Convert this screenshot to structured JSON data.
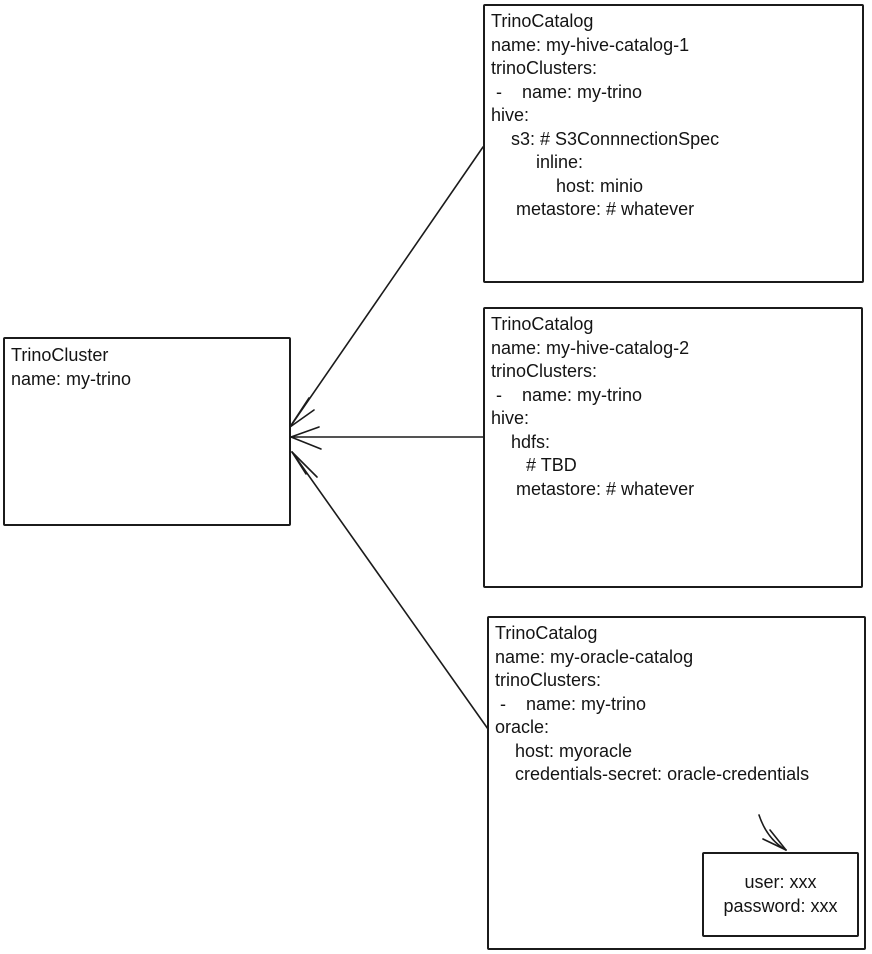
{
  "diagram": {
    "cluster_box": {
      "lines": [
        "TrinoCluster",
        "name: my-trino"
      ]
    },
    "catalog1": {
      "lines": [
        "TrinoCatalog",
        "name: my-hive-catalog-1",
        "trinoClusters:",
        " -    name: my-trino",
        "hive:",
        "    s3: # S3ConnnectionSpec",
        "         inline:",
        "             host: minio",
        "     metastore: # whatever"
      ]
    },
    "catalog2": {
      "lines": [
        "TrinoCatalog",
        "name: my-hive-catalog-2",
        "trinoClusters:",
        " -    name: my-trino",
        "hive:",
        "    hdfs:",
        "       # TBD",
        "     metastore: # whatever"
      ]
    },
    "catalog3": {
      "lines": [
        "TrinoCatalog",
        "name: my-oracle-catalog",
        "trinoClusters:",
        " -    name: my-trino",
        "oracle:",
        "    host: myoracle",
        "    credentials-secret: oracle-credentials"
      ]
    },
    "secret_box": {
      "lines": [
        "user: xxx",
        "password: xxx"
      ]
    },
    "colors": {
      "stroke": "#1b1b1b",
      "background": "#ffffff"
    }
  }
}
